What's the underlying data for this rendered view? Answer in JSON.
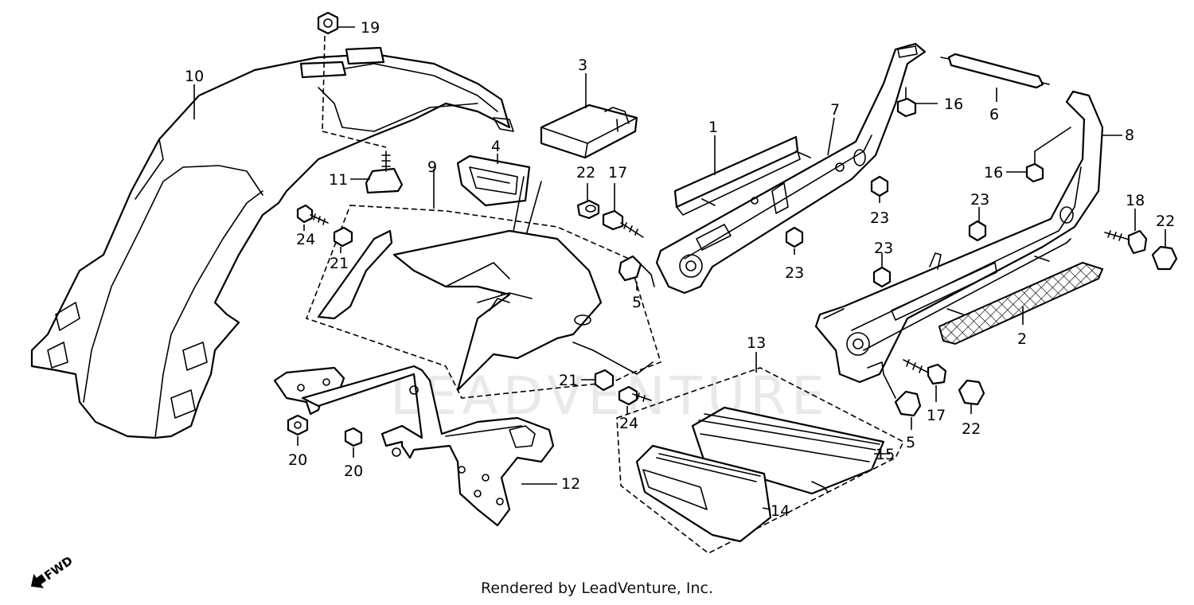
{
  "credit": "Rendered by LeadVenture, Inc.",
  "watermark": "LEADVENTURE",
  "direction_label": "FWD",
  "callouts": [
    "1",
    "2",
    "3",
    "4",
    "5",
    "6",
    "7",
    "8",
    "9",
    "10",
    "11",
    "12",
    "13",
    "14",
    "15",
    "16",
    "17",
    "18",
    "19",
    "20",
    "21",
    "22",
    "23",
    "24"
  ],
  "callout_labels": {
    "c10": "10",
    "c19": "19",
    "c3": "3",
    "c4": "4",
    "c11": "11",
    "c9": "9",
    "c24a": "24",
    "c21a": "21",
    "c22a": "22",
    "c17a": "17",
    "c5a": "5",
    "c1": "1",
    "c7": "7",
    "c16a": "16",
    "c6": "6",
    "c8": "8",
    "c16b": "16",
    "c23a": "23",
    "c23b": "23",
    "c23c": "23",
    "c23d": "23",
    "c18": "18",
    "c22b": "22",
    "c2": "2",
    "c13": "13",
    "c15": "15",
    "c14": "14",
    "c17b": "17",
    "c22c": "22",
    "c5b": "5",
    "c21b": "21",
    "c24b": "24",
    "c20a": "20",
    "c20b": "20",
    "c12": "12"
  }
}
